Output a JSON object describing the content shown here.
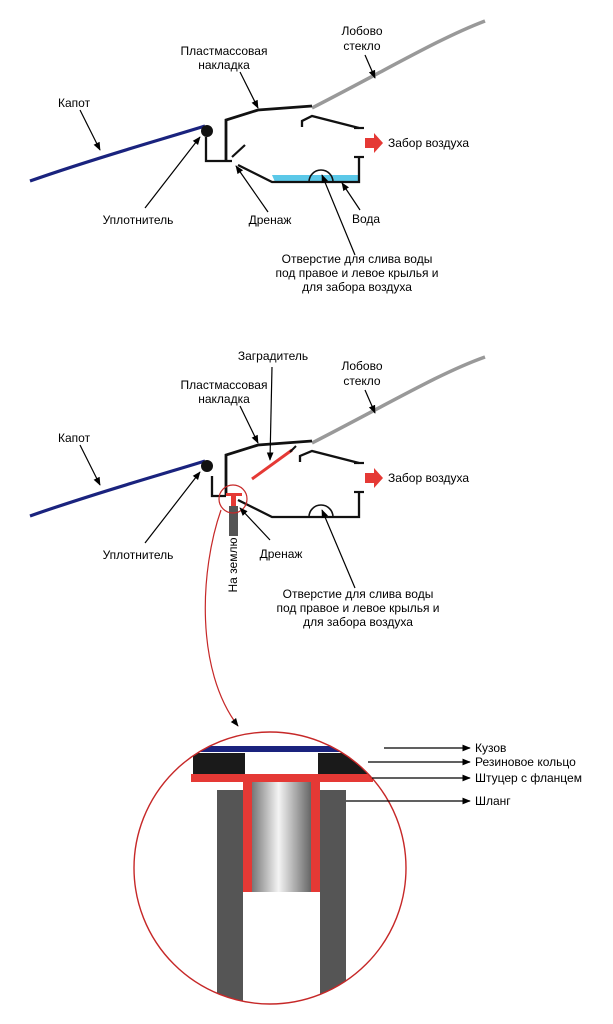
{
  "labels": {
    "hood": "Капот",
    "plastic_trim_1": "Пластмассовая",
    "plastic_trim_2": "накладка",
    "windshield_1": "Лобово",
    "windshield_2": "стекло",
    "air_intake": "Забор воздуха",
    "seal": "Уплотнитель",
    "drain": "Дренаж",
    "water": "Вода",
    "hole_line1": "Отверстие для слива воды",
    "hole_line2": "под правое и левое крылья и",
    "hole_line3": "для забора воздуха",
    "barrier": "Заградитель",
    "to_ground": "На землю",
    "body": "Кузов",
    "rubber_ring": "Резиновое кольцо",
    "flange_fitting": "Штуцер с фланцем",
    "hose": "Шланг"
  },
  "colors": {
    "hood": "#1a237e",
    "windshield": "#999999",
    "water": "#5bc8e8",
    "barrier": "#e53935",
    "arrow": "#e53935",
    "hose": "#555555",
    "rubber": "#1a1a1a",
    "body_plate": "#1a237e",
    "zoom_circle": "#c62828"
  },
  "icons": {
    "air_flow_arrow": "red-right-arrow",
    "seal_dot": "black-circle"
  }
}
